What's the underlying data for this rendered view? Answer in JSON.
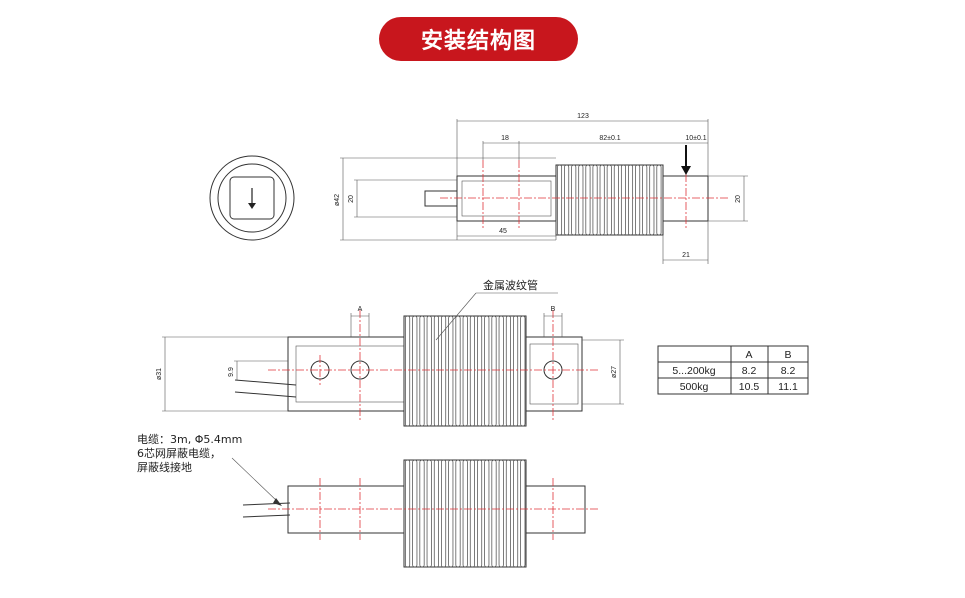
{
  "title": "安装结构图",
  "top_view": {
    "dims": {
      "overall": "123",
      "d18": "18",
      "d82": "82±0.1",
      "d10": "10±0.1",
      "d45": "45",
      "d21": "21",
      "dia42": "ø42",
      "h20_left": "20",
      "h20_right": "20"
    }
  },
  "side_view": {
    "bellows_label": "金属波纹管",
    "dims": {
      "A": "A",
      "B": "B",
      "dia31": "ø31",
      "d99": "9.9",
      "dia27": "ø27"
    }
  },
  "table": {
    "headers": [
      "",
      "A",
      "B"
    ],
    "rows": [
      [
        "5...200kg",
        "8.2",
        "8.2"
      ],
      [
        "500kg",
        "10.5",
        "11.1"
      ]
    ]
  },
  "cable_note": [
    "电缆：3m, Φ5.4mm",
    "6芯网屏蔽电缆，",
    "屏蔽线接地"
  ],
  "colors": {
    "accent": "#c8161d",
    "centerline": "#e0343a",
    "line": "#333333"
  }
}
